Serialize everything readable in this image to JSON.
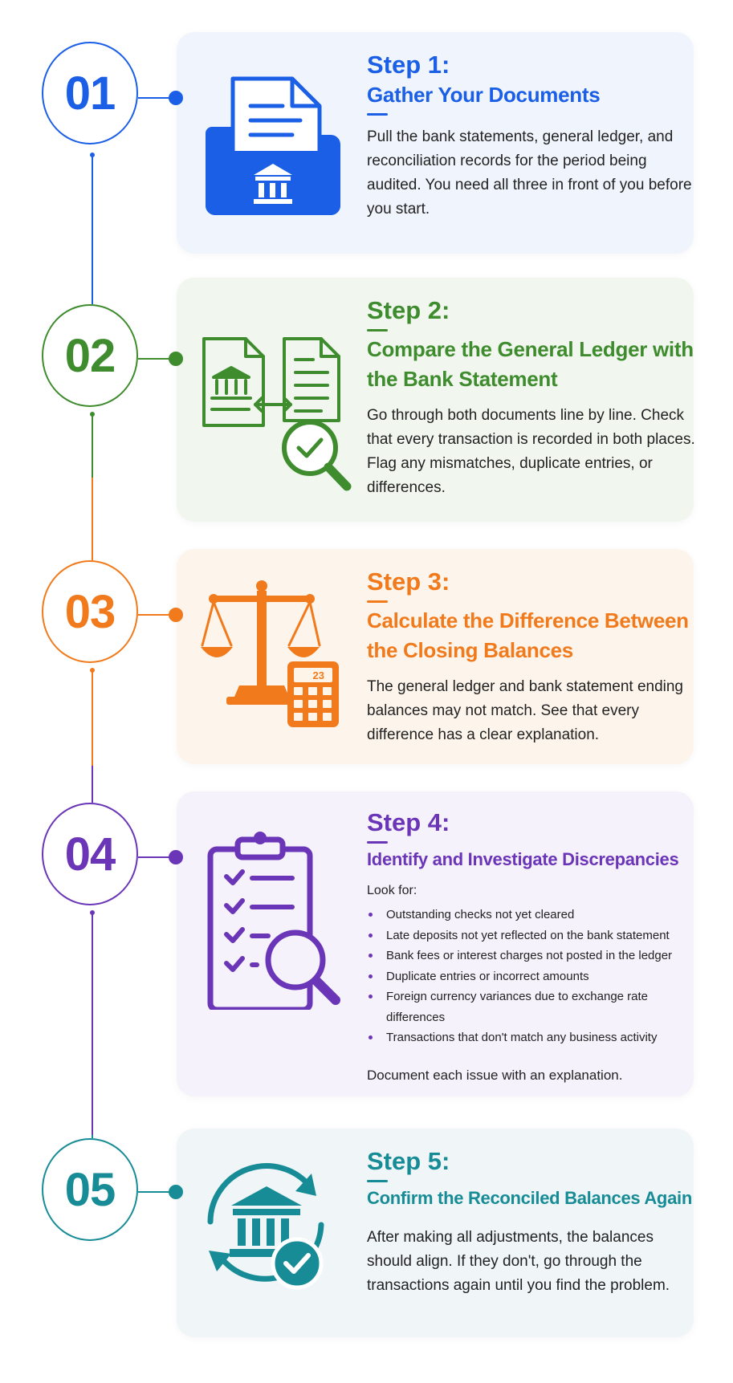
{
  "colors": {
    "blue": "#1a5fe6",
    "green": "#3f8c2e",
    "orange": "#f07a1c",
    "purple": "#6b35b8",
    "teal": "#178c96"
  },
  "steps": [
    {
      "number": "01",
      "label": "Step 1:",
      "title": "Gather Your Documents",
      "description": "Pull the bank statements, general ledger, and reconciliation records for the period being audited. You need all three in front of you before you start.",
      "icon": "document-folder-bank-icon"
    },
    {
      "number": "02",
      "label": "Step 2:",
      "title": "Compare the General Ledger with the Bank Statement",
      "description": "Go through both documents line by line. Check that every transaction is recorded in both places. Flag any mismatches, duplicate entries, or differences.",
      "icon": "compare-documents-magnifier-icon"
    },
    {
      "number": "03",
      "label": "Step 3:",
      "title": "Calculate the Difference Between the Closing Balances",
      "description": "The general ledger and bank statement ending balances may not match. See that every difference has a clear explanation.",
      "icon": "scales-calculator-icon",
      "calculator_display": "23"
    },
    {
      "number": "04",
      "label": "Step 4:",
      "title": "Identify and Investigate Discrepancies",
      "intro": "Look for:",
      "bullets": [
        "Outstanding checks not yet cleared",
        "Late deposits not yet reflected on the bank statement",
        "Bank fees or interest charges not posted in the ledger",
        "Duplicate entries or incorrect amounts",
        "Foreign currency variances due to exchange rate differences",
        "Transactions that don't match any business activity"
      ],
      "closing": "Document each issue with an explanation.",
      "icon": "clipboard-checklist-magnifier-icon"
    },
    {
      "number": "05",
      "label": "Step 5:",
      "title": "Confirm the Reconciled Balances Again",
      "description": "After making all adjustments, the balances should align. If they don't, go through the transactions again until you find the problem.",
      "icon": "bank-refresh-check-icon"
    }
  ]
}
